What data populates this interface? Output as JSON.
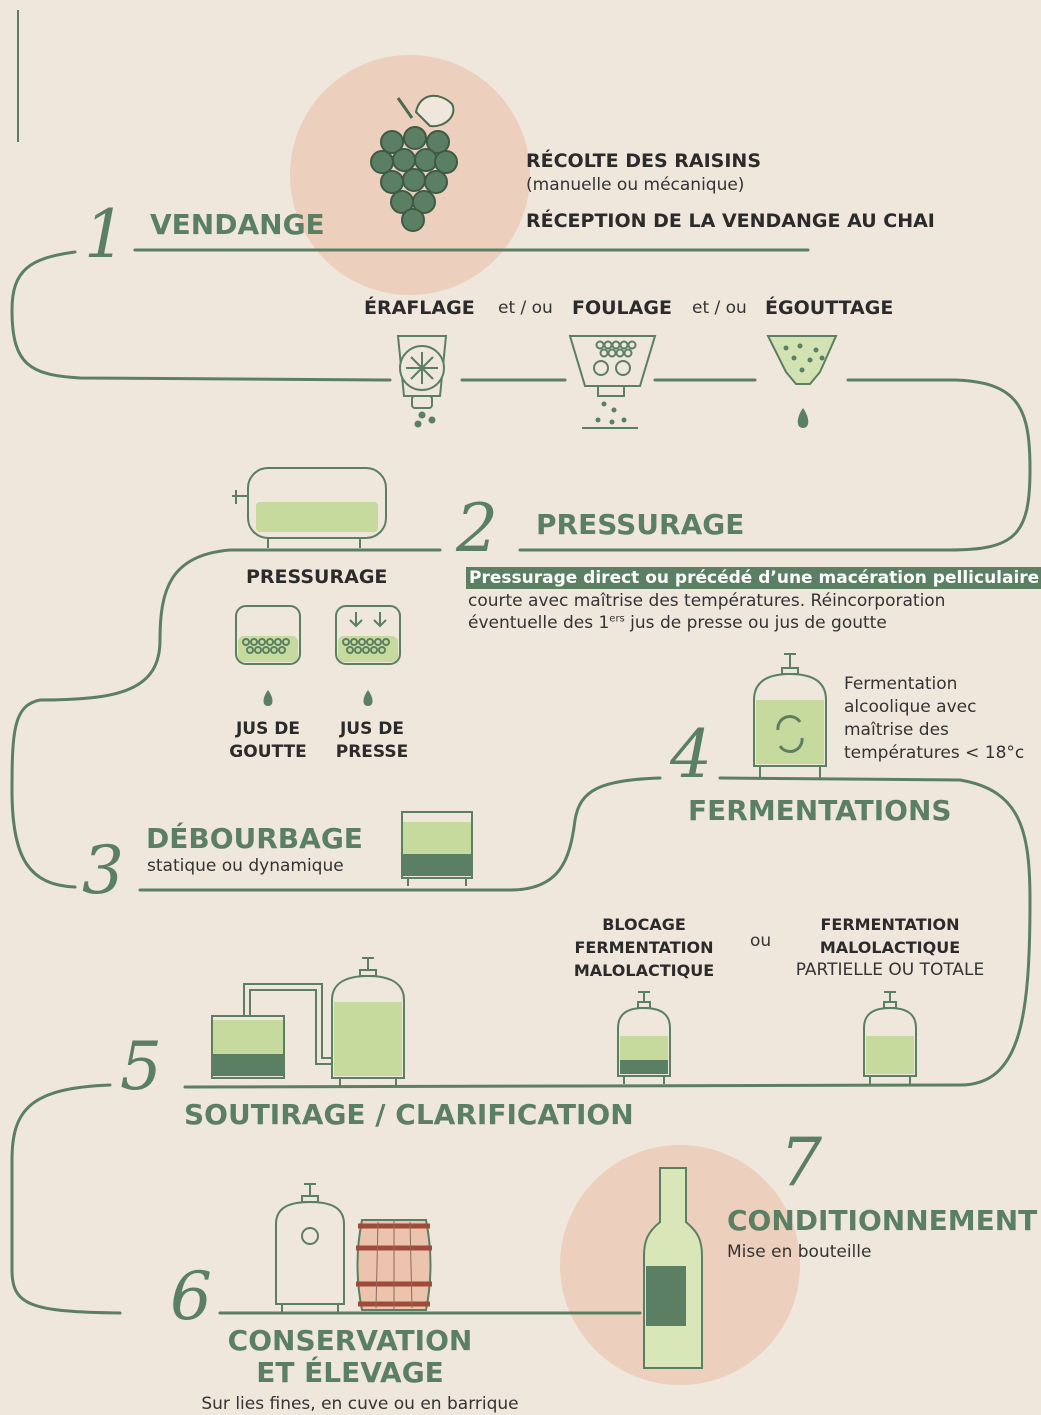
{
  "colors": {
    "background": "#efe6dc",
    "green": "#5b7f62",
    "light_green": "#c7da9d",
    "peach": "#ecd0bd"
  },
  "steps": {
    "vendange": {
      "number": "1",
      "title": "VENDANGE",
      "line1": "RÉCOLTE DES RAISINS",
      "line1_sub": "(manuelle ou mécanique)",
      "line2": "RÉCEPTION DE LA VENDANGE AU CHAI"
    },
    "prep": {
      "a": "ÉRAFLAGE",
      "sep1": "et / ou",
      "b": "FOULAGE",
      "sep2": "et / ou",
      "c": "ÉGOUTTAGE"
    },
    "pressurage": {
      "number": "2",
      "title": "PRESSURAGE",
      "press_label": "PRESSURAGE",
      "highlight": "Pressurage direct ou précédé d’une macération pelliculaire",
      "text1": "courte avec maîtrise des températures. Réincorporation",
      "text2_pre": "éventuelle des 1",
      "text2_sup": "ers",
      "text2_post": " jus de presse ou jus de goutte",
      "juice1_l1": "JUS DE",
      "juice1_l2": "GOUTTE",
      "juice2_l1": "JUS DE",
      "juice2_l2": "PRESSE"
    },
    "debourbage": {
      "number": "3",
      "title": "DÉBOURBAGE",
      "subtitle": "statique ou dynamique"
    },
    "fermentations": {
      "number": "4",
      "title": "FERMENTATIONS",
      "note_l1": "Fermentation",
      "note_l2": "alcoolique avec",
      "note_l3": "maîtrise des",
      "note_l4": "températures < 18°c",
      "block_l1": "BLOCAGE",
      "block_l2": "FERMENTATION",
      "block_l3": "MALOLACTIQUE",
      "or": "ou",
      "malo_l1": "FERMENTATION",
      "malo_l2": "MALOLACTIQUE",
      "malo_l3": "PARTIELLE OU TOTALE"
    },
    "soutirage": {
      "number": "5",
      "title": "SOUTIRAGE / CLARIFICATION"
    },
    "conservation": {
      "number": "6",
      "title_l1": "CONSERVATION",
      "title_l2": "ET ÉLEVAGE",
      "subtitle": "Sur lies fines, en cuve ou en barrique"
    },
    "conditionnement": {
      "number": "7",
      "title": "CONDITIONNEMENT",
      "subtitle": "Mise en bouteille"
    }
  },
  "icons": [
    "grape-icon",
    "destemmer-icon",
    "crusher-icon",
    "drainer-icon",
    "press-icon",
    "juice-drop-icon",
    "tank-icon",
    "cycle-icon",
    "barrel-icon",
    "bottle-icon"
  ]
}
